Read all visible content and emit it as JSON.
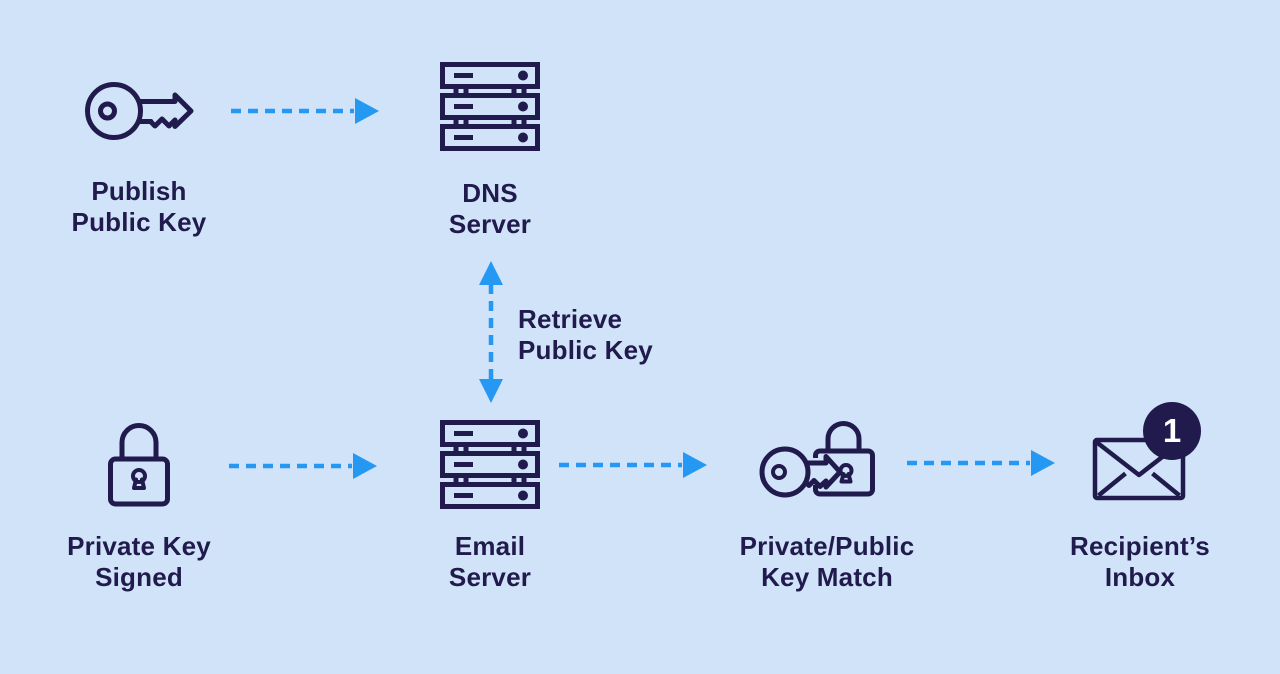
{
  "colors": {
    "background": "#d0e3f8",
    "ink": "#211a4d",
    "arrow": "#2598f3",
    "badge_text": "#ffffff"
  },
  "nodes": [
    {
      "id": "publish-public-key",
      "icon": "key-icon",
      "label_line1": "Publish",
      "label_line2": "Public Key"
    },
    {
      "id": "dns-server",
      "icon": "server-icon",
      "label_line1": "DNS",
      "label_line2": "Server"
    },
    {
      "id": "private-key-signed",
      "icon": "padlock-icon",
      "label_line1": "Private Key",
      "label_line2": "Signed"
    },
    {
      "id": "email-server",
      "icon": "server-icon",
      "label_line1": "Email",
      "label_line2": "Server"
    },
    {
      "id": "private-public-key-match",
      "icon": "key-lock-icon",
      "label_line1": "Private/Public",
      "label_line2": "Key Match"
    },
    {
      "id": "recipients-inbox",
      "icon": "envelope-badge-icon",
      "label_line1": "Recipient’s",
      "label_line2": "Inbox",
      "badge": "1"
    }
  ],
  "edges": [
    {
      "from": "publish-public-key",
      "to": "dns-server",
      "style": "dashed-arrow-right"
    },
    {
      "from": "email-server",
      "to": "dns-server",
      "style": "dashed-arrow-both",
      "label_line1": "Retrieve",
      "label_line2": "Public Key"
    },
    {
      "from": "private-key-signed",
      "to": "email-server",
      "style": "dashed-arrow-right"
    },
    {
      "from": "email-server",
      "to": "private-public-key-match",
      "style": "dashed-arrow-right"
    },
    {
      "from": "private-public-key-match",
      "to": "recipients-inbox",
      "style": "dashed-arrow-right"
    }
  ]
}
